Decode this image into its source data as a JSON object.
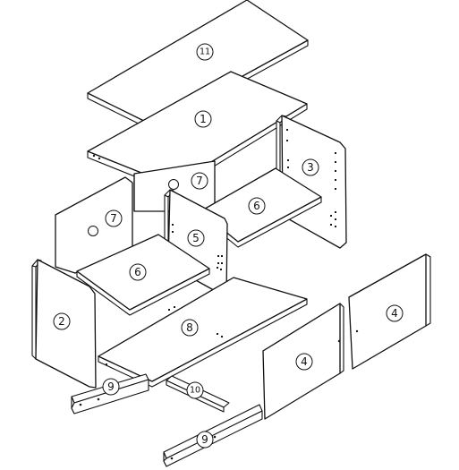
{
  "diagram": {
    "part_labels": [
      "11",
      "1",
      "3",
      "7",
      "7",
      "6",
      "5",
      "6",
      "2",
      "8",
      "4",
      "4",
      "9",
      "10",
      "9"
    ]
  }
}
